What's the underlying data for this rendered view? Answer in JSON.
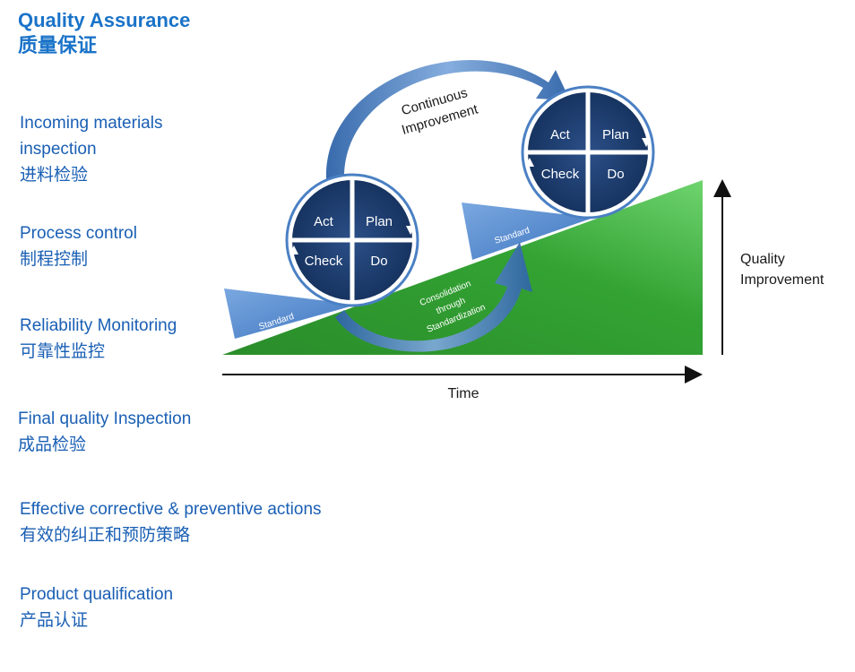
{
  "heading": {
    "title_en": "Quality Assurance",
    "title_zh": "质量保证"
  },
  "items": [
    {
      "en": "Incoming materials",
      "en2": "inspection",
      "zh": "进料检验"
    },
    {
      "en": "Process control",
      "zh": "制程控制"
    },
    {
      "en": "Reliability Monitoring",
      "zh": "可靠性监控"
    },
    {
      "en": "Final quality  Inspection",
      "zh": "成品检验"
    },
    {
      "en": "Effective corrective & preventive actions",
      "zh": "有效的纠正和预防策略"
    },
    {
      "en": "Product qualification",
      "zh": "产品认证"
    }
  ],
  "diagram": {
    "cycle_labels": {
      "act": "Act",
      "plan": "Plan",
      "check": "Check",
      "do": "Do"
    },
    "continuous_improvement": [
      "Continuous",
      "Improvement"
    ],
    "standard_label": "Standard",
    "consolidation": [
      "Consolidation",
      "through",
      "Standardization"
    ],
    "x_axis_label": "Time",
    "y_axis_label": [
      "Quality",
      "Improvement"
    ]
  },
  "colors": {
    "title_blue": "#1a73c8",
    "text_blue": "#1a5fb4",
    "wheel_navy": "#1e3f73",
    "slope_green": "#2f9a2f",
    "wedge_blue": "#5b8fd1",
    "arrow_blue": "#4a80c4"
  }
}
